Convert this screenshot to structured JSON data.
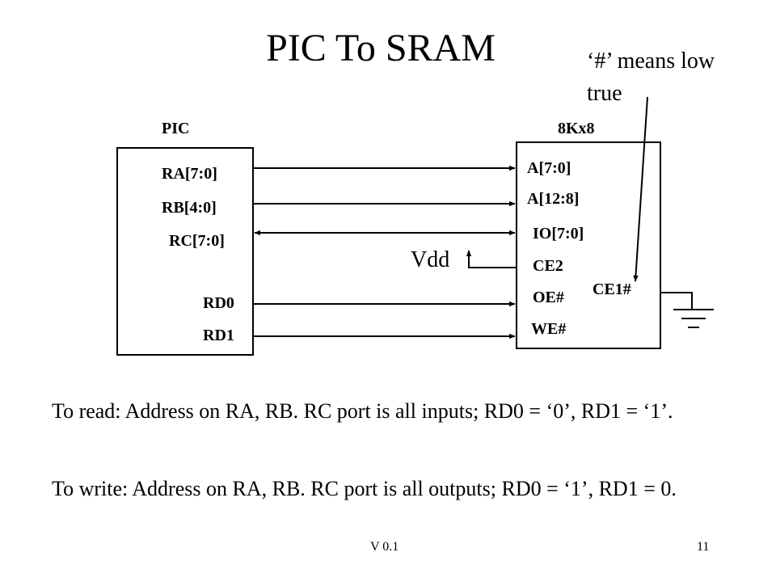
{
  "title": "PIC To SRAM",
  "note": {
    "line1": "‘#’ means low",
    "line2": "true"
  },
  "pic": {
    "name": "PIC",
    "pins": [
      "RA[7:0]",
      "RB[4:0]",
      "RC[7:0]",
      "RD0",
      "RD1"
    ]
  },
  "sram": {
    "name": "8Kx8",
    "pins": [
      "A[7:0]",
      "A[12:8]",
      "IO[7:0]",
      "CE2",
      "OE#",
      "WE#"
    ],
    "ce1": "CE1#"
  },
  "vdd": "Vdd",
  "text": {
    "read": "To read:  Address on RA, RB.   RC port is all inputs; RD0 = ‘0’, RD1 = ‘1’.",
    "write": "To write: Address on RA, RB. RC port is all outputs; RD0 = ‘1’, RD1 = 0."
  },
  "footer": {
    "version": "V 0.1",
    "page": "11"
  }
}
